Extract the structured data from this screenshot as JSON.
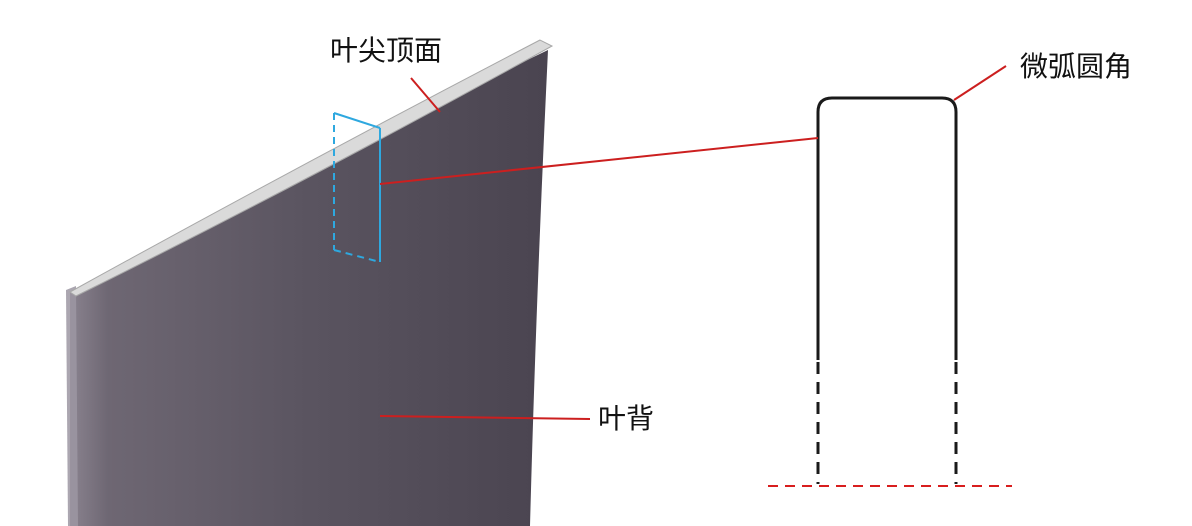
{
  "labels": {
    "tip_top_face": "叶尖顶面",
    "micro_arc_fillet": "微弧圆角",
    "blade_back": "叶背"
  },
  "colors": {
    "leader_line": "#cc1f1f",
    "section_marker": "#2ea8df",
    "profile_outline": "#1a1a1a",
    "blade_dark": "#4e4854",
    "blade_light": "#7f7884",
    "tip_face": "#d6d6d6",
    "baseline": "#d81e1e"
  }
}
